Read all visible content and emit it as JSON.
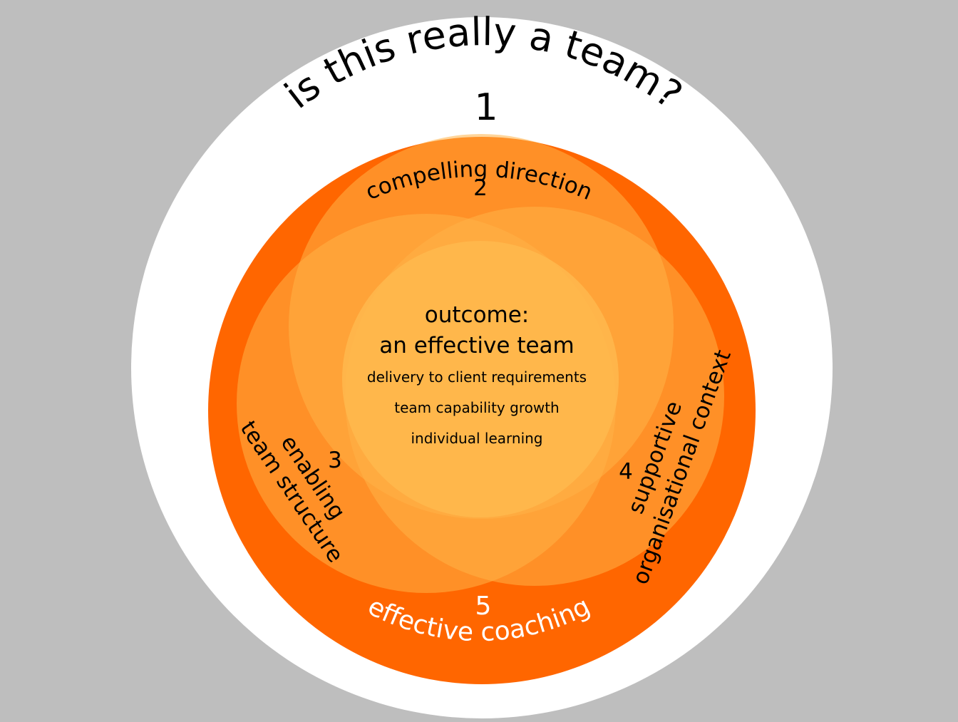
{
  "outer": {
    "question": "is this really a team?",
    "number": "1"
  },
  "condition_2": {
    "label": "compelling direction",
    "number": "2"
  },
  "condition_3": {
    "line1": "enabling",
    "line2": "team structure",
    "number": "3"
  },
  "condition_4": {
    "line1": "supportive",
    "line2": "organisational context",
    "number": "4"
  },
  "condition_5": {
    "label": "effective coaching",
    "number": "5"
  },
  "outcome": {
    "heading1": "outcome:",
    "heading2": "an effective team",
    "items": [
      "delivery to client requirements",
      "team capability growth",
      "individual learning"
    ]
  },
  "colors": {
    "background": "#bebebe",
    "outer_circle": "#ffffff",
    "ring": "#ff6600",
    "overlap_circles": "#ffb347",
    "core": "#ffb84d"
  }
}
